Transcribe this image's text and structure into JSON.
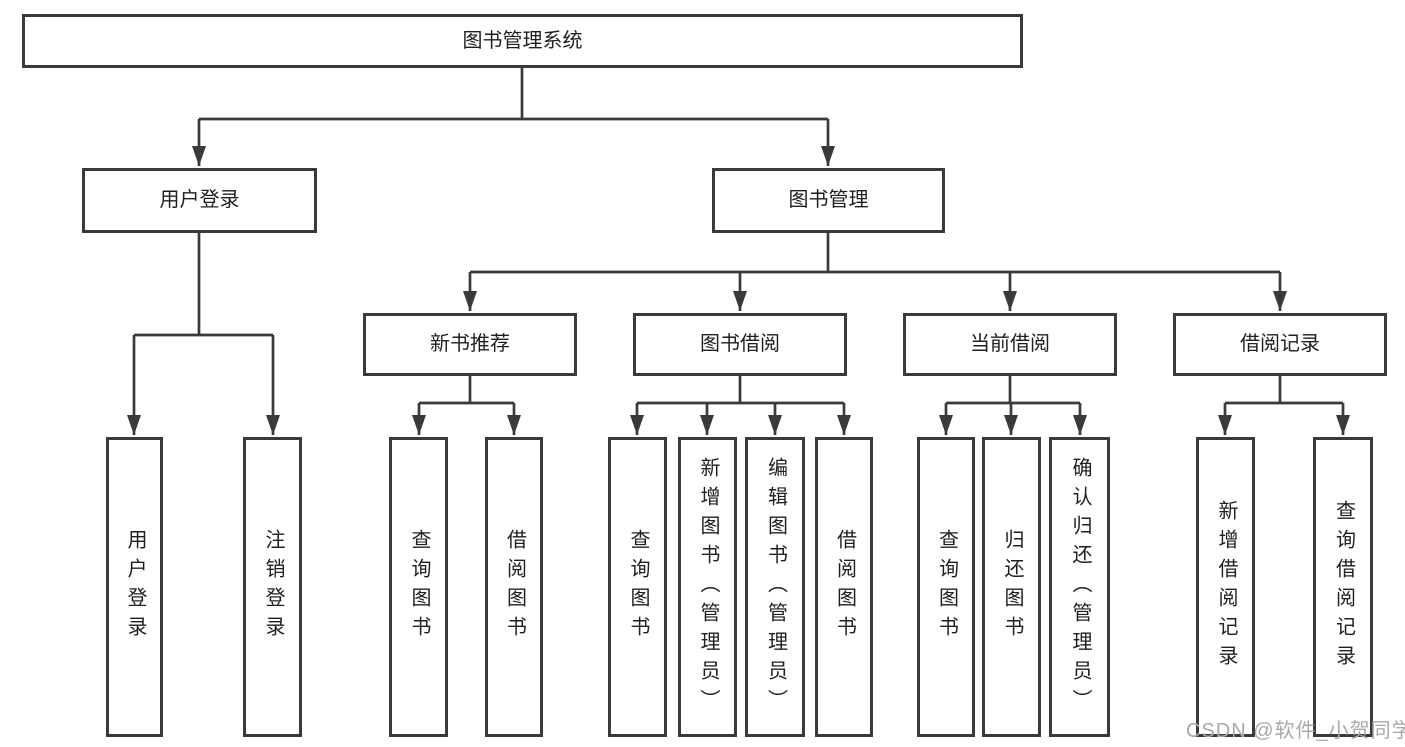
{
  "diagram": {
    "root": "图书管理系统",
    "level2": [
      "用户登录",
      "图书管理"
    ],
    "level3": [
      "新书推荐",
      "图书借阅",
      "当前借阅",
      "借阅记录"
    ],
    "leaves": {
      "login": [
        "用户登录",
        "注销登录"
      ],
      "recommend": [
        "查询图书",
        "借阅图书"
      ],
      "borrow": [
        "查询图书",
        "新增图书（管理员）",
        "编辑图书（管理员）",
        "借阅图书"
      ],
      "current": [
        "查询图书",
        "归还图书",
        "确认归还（管理员）"
      ],
      "records": [
        "新增借阅记录",
        "查询借阅记录"
      ]
    }
  },
  "watermark": "CSDN @软件_小贺同学",
  "colors": {
    "line": "#3a3a3a",
    "text": "#1f1f1f",
    "box-bg": "#ffffff",
    "page-bg": "#ffffff",
    "watermark": "#a9a9a9"
  }
}
